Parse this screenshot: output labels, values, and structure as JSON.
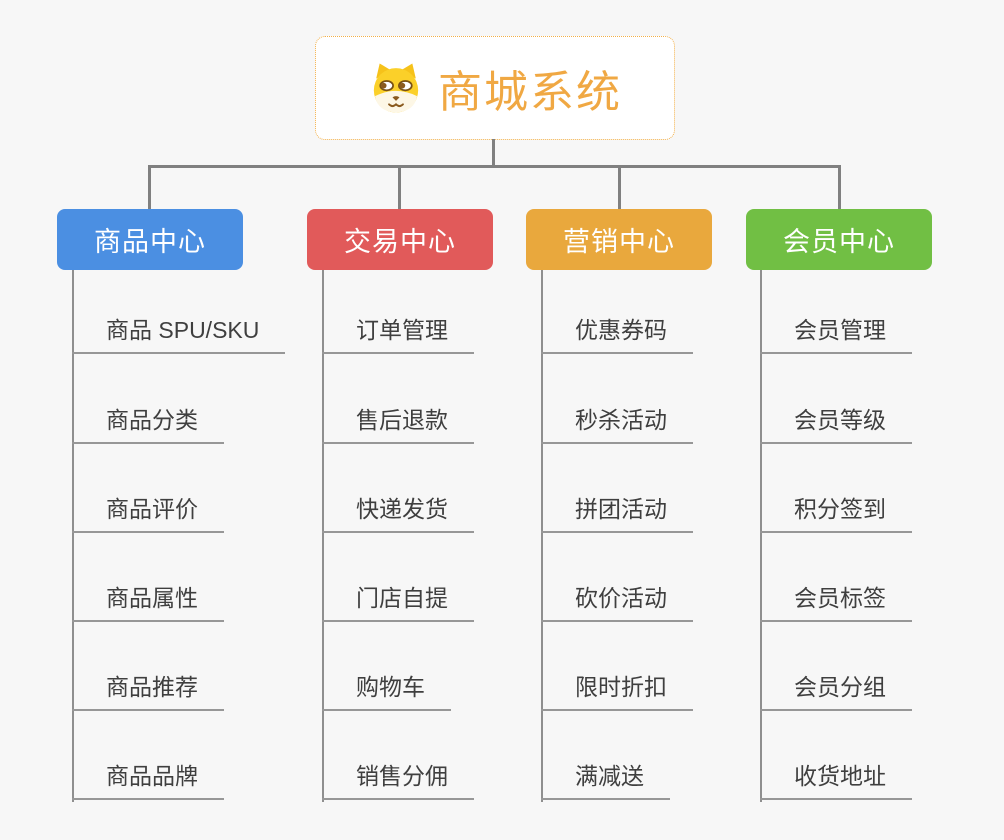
{
  "root": {
    "title": "商城系统",
    "icon": "dog-face-icon"
  },
  "branches": [
    {
      "label": "商品中心",
      "color": "#4b8fe2",
      "items": [
        "商品 SPU/SKU",
        "商品分类",
        "商品评价",
        "商品属性",
        "商品推荐",
        "商品品牌"
      ]
    },
    {
      "label": "交易中心",
      "color": "#e15a5a",
      "items": [
        "订单管理",
        "售后退款",
        "快递发货",
        "门店自提",
        "购物车",
        "销售分佣"
      ]
    },
    {
      "label": "营销中心",
      "color": "#e9a83d",
      "items": [
        "优惠券码",
        "秒杀活动",
        "拼团活动",
        "砍价活动",
        "限时折扣",
        "满减送"
      ]
    },
    {
      "label": "会员中心",
      "color": "#71bf44",
      "items": [
        "会员管理",
        "会员等级",
        "积分签到",
        "会员标签",
        "会员分组",
        "收货地址"
      ]
    }
  ],
  "colors": {
    "root_title": "#f0a843",
    "root_border": "#f2b04a",
    "connector": "#808080",
    "leaf_underline": "#979797",
    "leaf_text": "#3f3f3f",
    "background": "#f7f7f7"
  }
}
